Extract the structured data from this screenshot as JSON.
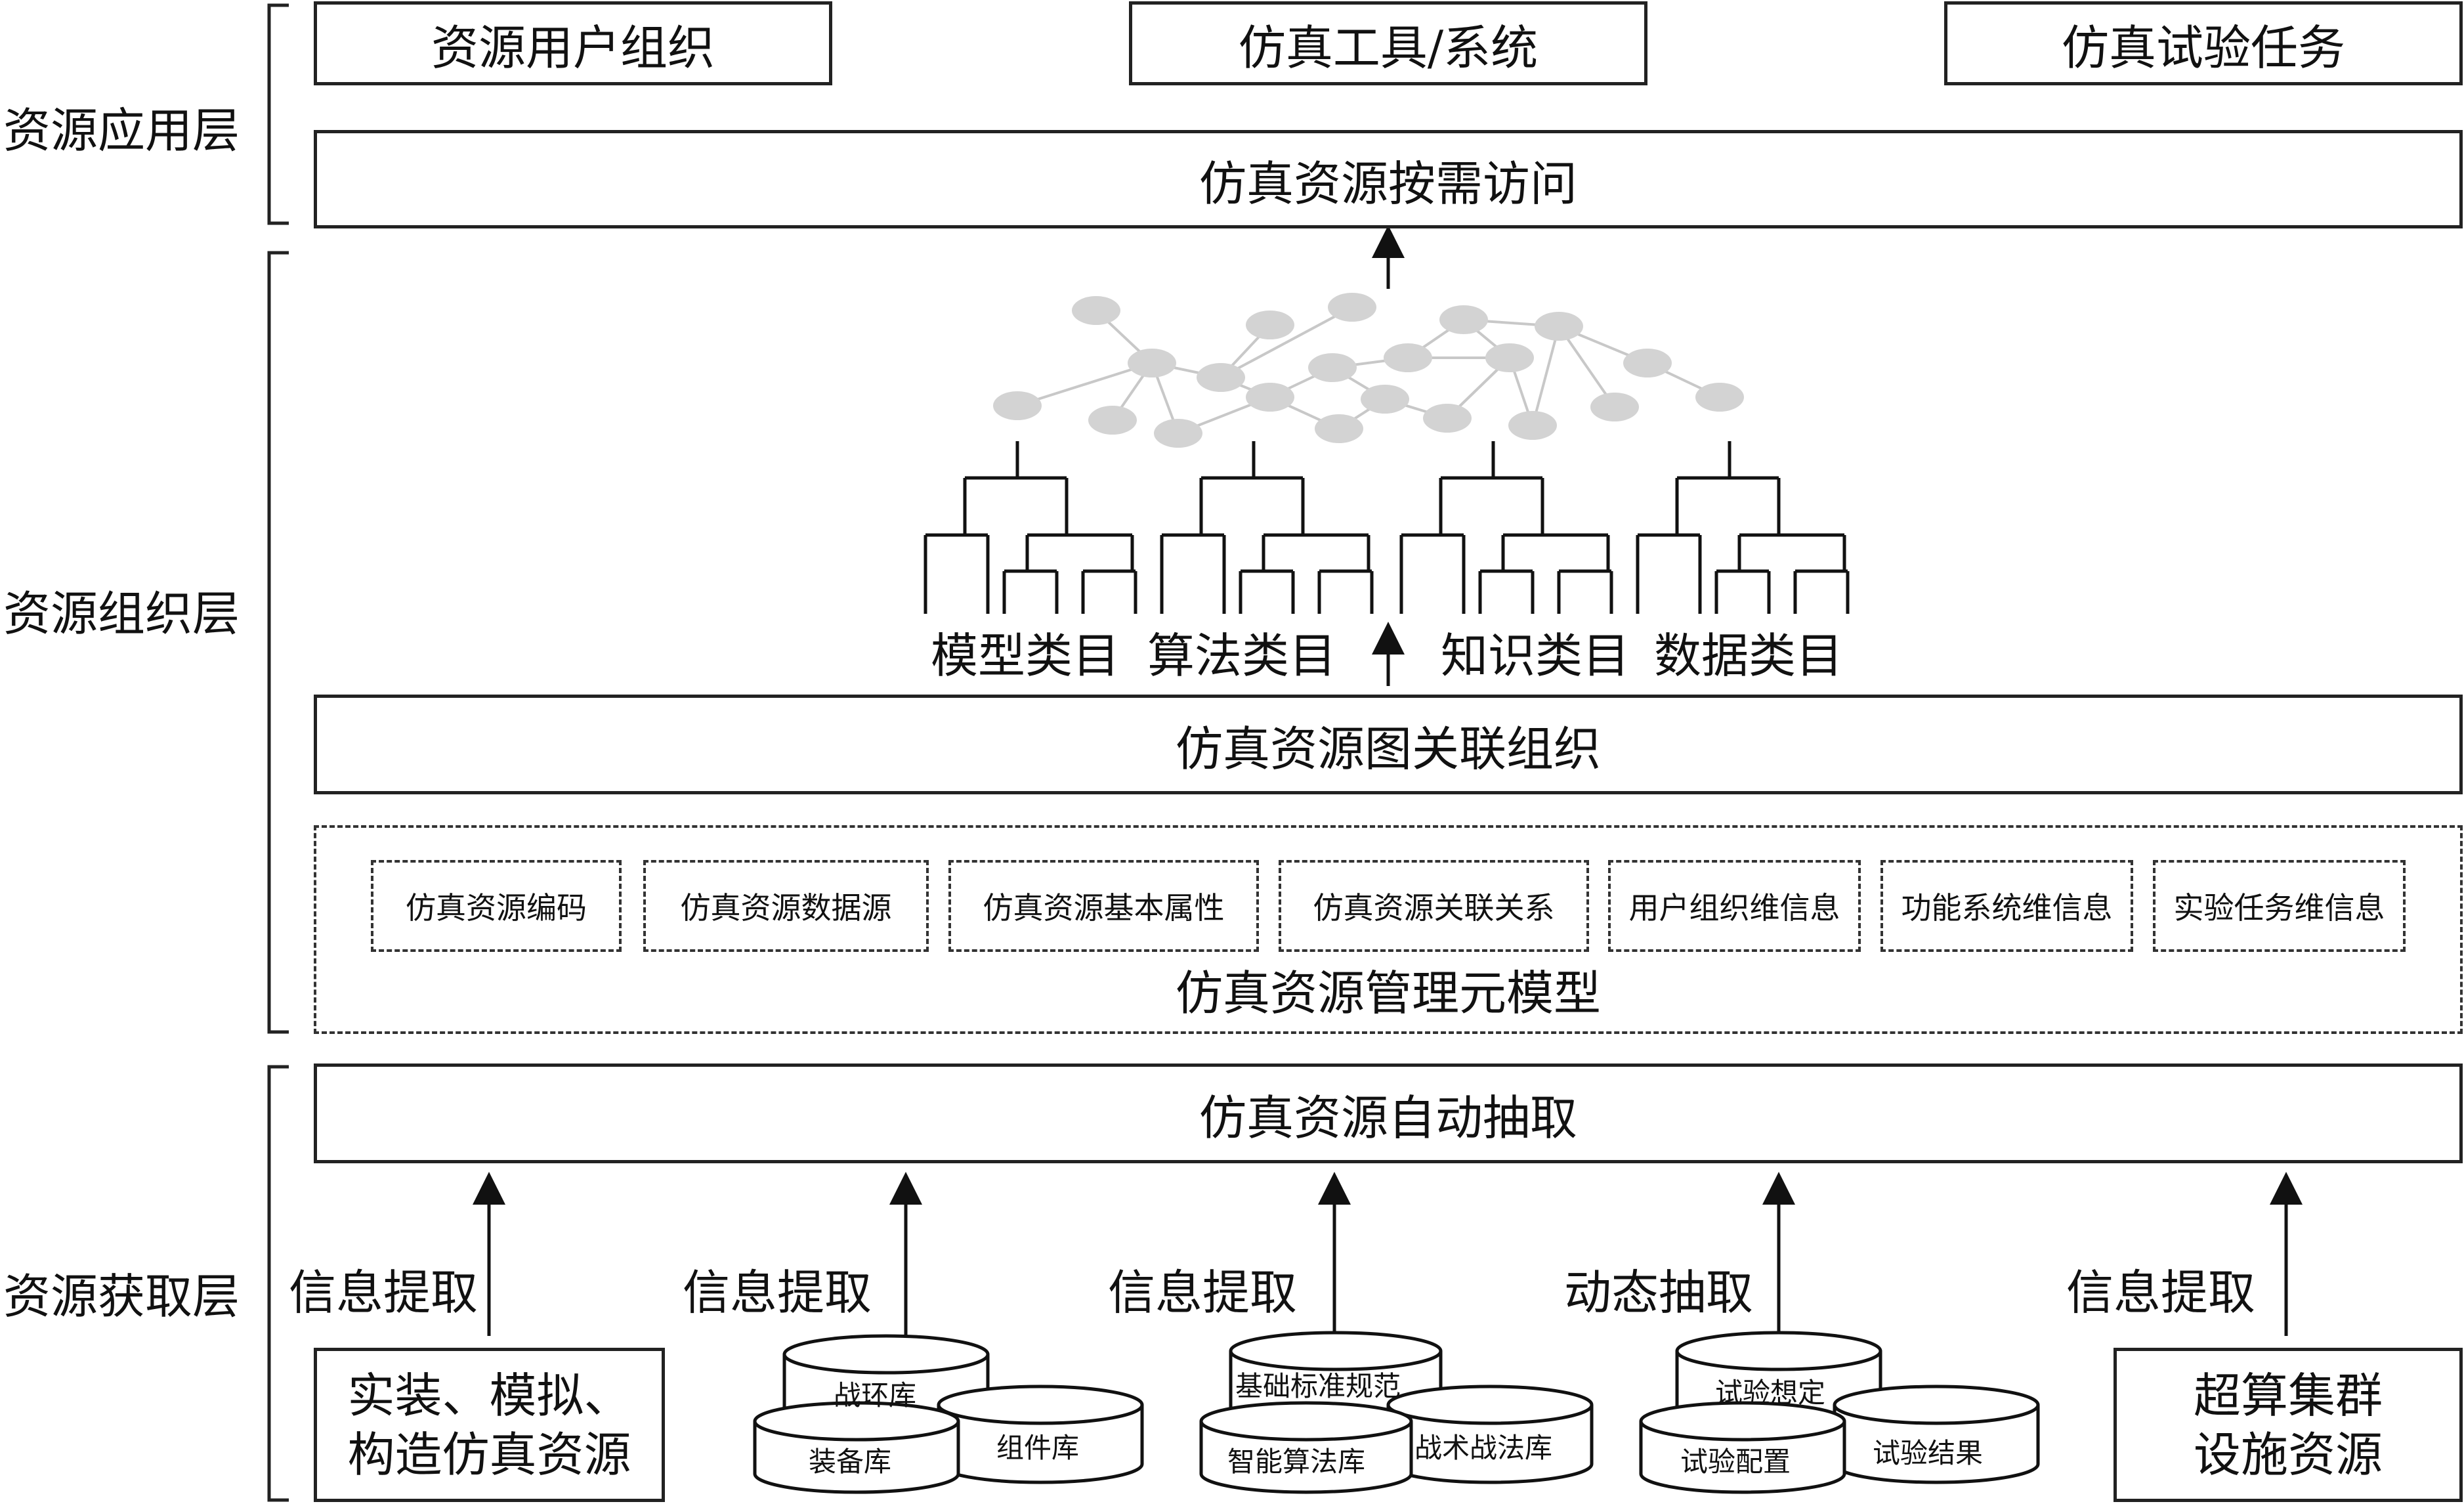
{
  "layers": {
    "application": "资源应用层",
    "organization": "资源组织层",
    "acquisition": "资源获取层"
  },
  "application": {
    "top_boxes": [
      "资源用户组织",
      "仿真工具/系统",
      "仿真试验任务"
    ],
    "access": "仿真资源按需访问"
  },
  "organization": {
    "catalogs": [
      "模型类目",
      "算法类目",
      "知识类目",
      "数据类目"
    ],
    "graph": "仿真资源图关联组织",
    "meta_items": [
      "仿真资源编码",
      "仿真资源数据源",
      "仿真资源基本属性",
      "仿真资源关联关系",
      "用户组织维信息",
      "功能系统维信息",
      "实验任务维信息"
    ],
    "meta_model": "仿真资源管理元模型"
  },
  "acquisition": {
    "extract_box": "仿真资源自动抽取",
    "arrows": [
      "信息提取",
      "信息提取",
      "信息提取",
      "动态抽取",
      "信息提取"
    ],
    "source1": [
      "实装、模拟、",
      "构造仿真资源"
    ],
    "db_group1": [
      "战环库",
      "装备库",
      "组件库"
    ],
    "db_group2": [
      "基础标准规范",
      "智能算法库",
      "战术战法库"
    ],
    "db_group3": [
      "试验想定",
      "试验配置",
      "试验结果"
    ],
    "source5": [
      "超算集群",
      "设施资源"
    ]
  },
  "colors": {
    "line": "#222222",
    "node": "#d3d3d3",
    "edge": "#c8c8c8",
    "db_fill": "#ffffff"
  }
}
